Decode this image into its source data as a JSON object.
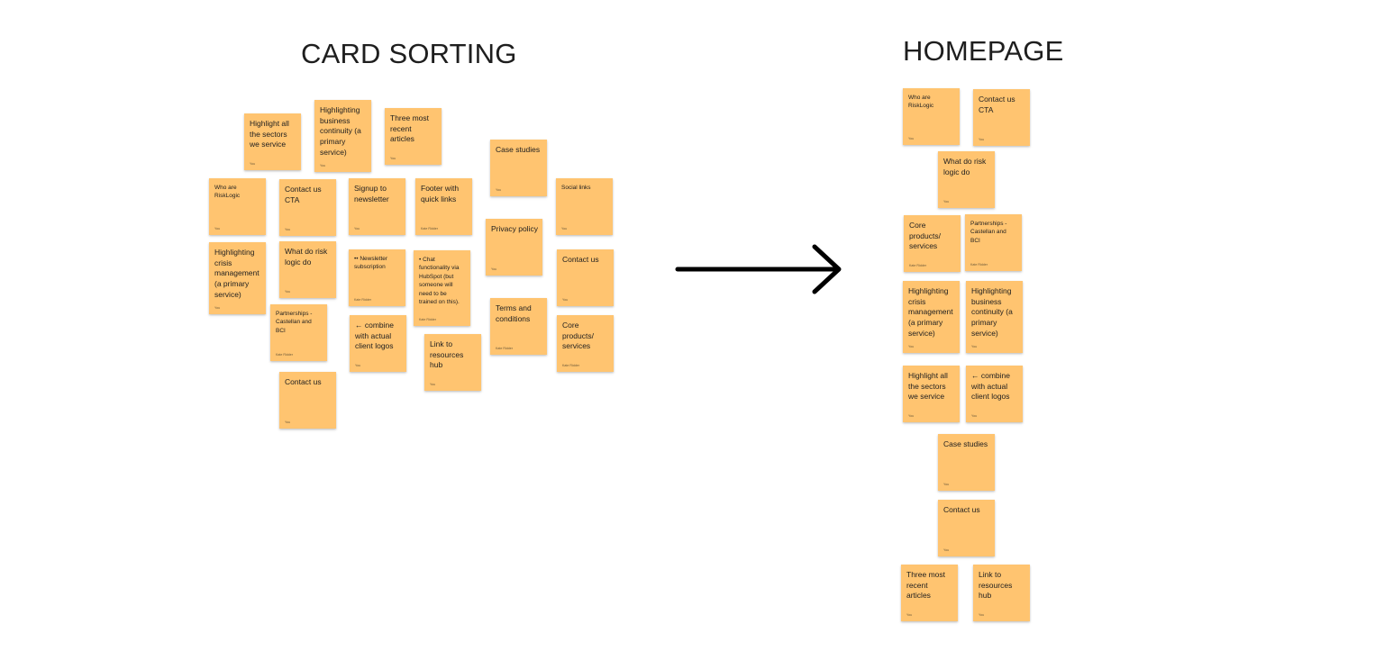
{
  "titles": {
    "card_sorting": "CARD SORTING",
    "homepage": "HOMEPAGE"
  },
  "colors": {
    "sticky": "#ffc470",
    "text": "#1e1e1e",
    "arrow": "#000000",
    "background": "#ffffff"
  },
  "card_sorting": {
    "notes": [
      {
        "text": "Highlight all the sectors we service",
        "author": "You"
      },
      {
        "text": "Highlighting business continuity (a primary service)",
        "author": "You"
      },
      {
        "text": "Three most recent articles",
        "author": "You"
      },
      {
        "text": "Case studies",
        "author": "You"
      },
      {
        "text": "Who are RiskLogic",
        "author": "You"
      },
      {
        "text": "Contact us CTA",
        "author": "You"
      },
      {
        "text": "Signup to newsletter",
        "author": "You"
      },
      {
        "text": "Footer with quick links",
        "author": "Kate Ridder"
      },
      {
        "text": "Social links",
        "author": "You"
      },
      {
        "text": "Privacy policy",
        "author": "You"
      },
      {
        "text": "Highlighting crisis management (a primary service)",
        "author": "You"
      },
      {
        "text": "What do risk logic do",
        "author": "You"
      },
      {
        "text": "•• Newsletter subscription",
        "author": "Kate Ridder"
      },
      {
        "text": "• Chat functionality via HubSpot (but someone will need to be trained on this).",
        "author": "Kate Ridder"
      },
      {
        "text": "Contact us",
        "author": "You"
      },
      {
        "text": "Partnerships - Castellan and BCI",
        "author": "Kate Ridder"
      },
      {
        "text": "Terms and conditions",
        "author": "Kate Ridder"
      },
      {
        "text": "← combine with actual client logos",
        "author": "You"
      },
      {
        "text": "Core products/ services",
        "author": "Kate Ridder"
      },
      {
        "text": "Link to resources hub",
        "author": "You"
      },
      {
        "text": "Contact us",
        "author": "You"
      }
    ]
  },
  "homepage": {
    "notes": [
      {
        "text": "Who are RiskLogic",
        "author": "You"
      },
      {
        "text": "Contact us CTA",
        "author": "You"
      },
      {
        "text": "What do risk logic do",
        "author": "You"
      },
      {
        "text": "Core products/ services",
        "author": "Kate Ridder"
      },
      {
        "text": "Partnerships - Castellan and BCI",
        "author": "Kate Ridder"
      },
      {
        "text": "Highlighting crisis management (a primary service)",
        "author": "You"
      },
      {
        "text": "Highlighting business continuity (a primary service)",
        "author": "You"
      },
      {
        "text": "Highlight all the sectors we service",
        "author": "You"
      },
      {
        "text": "← combine with actual client logos",
        "author": "You"
      },
      {
        "text": "Case studies",
        "author": "You"
      },
      {
        "text": "Contact us",
        "author": "You"
      },
      {
        "text": "Three most recent articles",
        "author": "You"
      },
      {
        "text": "Link to resources hub",
        "author": "You"
      }
    ]
  }
}
